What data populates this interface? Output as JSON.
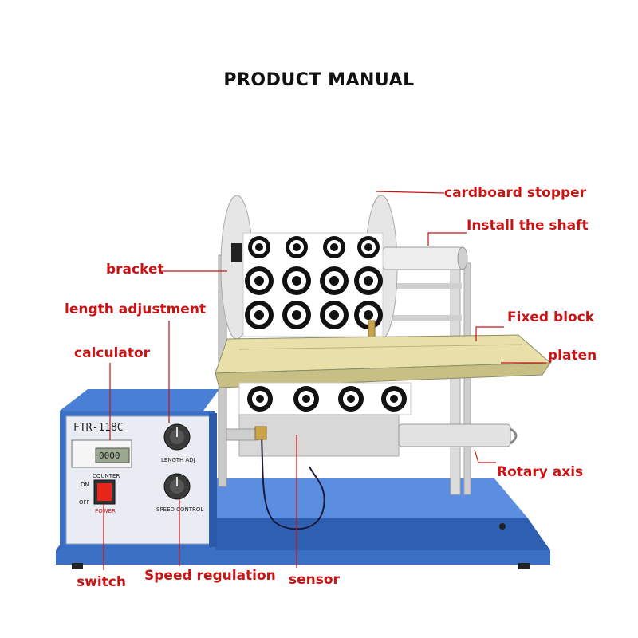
{
  "title": "PRODUCT MANUAL",
  "label_color": "#c81414",
  "labels": {
    "cardboard_stopper": "cardboard stopper",
    "install_shaft": "Install the shaft",
    "bracket": "bracket",
    "length_adjustment": "length adjustment",
    "fixed_block": "Fixed block",
    "calculator": "calculator",
    "platen": "platen",
    "rotary_axis": "Rotary axis",
    "switch": "switch",
    "speed_regulation": "Speed regulation",
    "sensor": "sensor"
  },
  "panel": {
    "model": "FTR-118C",
    "counter_label": "COUNTER",
    "on_label": "ON",
    "off_label": "OFF",
    "power_label": "POWER",
    "length_knob_label": "LENGTH ADJ",
    "speed_knob_label": "SPEED CONTROL",
    "display_value": "0000"
  },
  "colors": {
    "base_blue": "#3a6fc4",
    "panel_blue": "#4a7fd6",
    "platen_yellow": "#e8e0a8",
    "roll_black": "#111111",
    "metal": "#d8d8d8"
  }
}
